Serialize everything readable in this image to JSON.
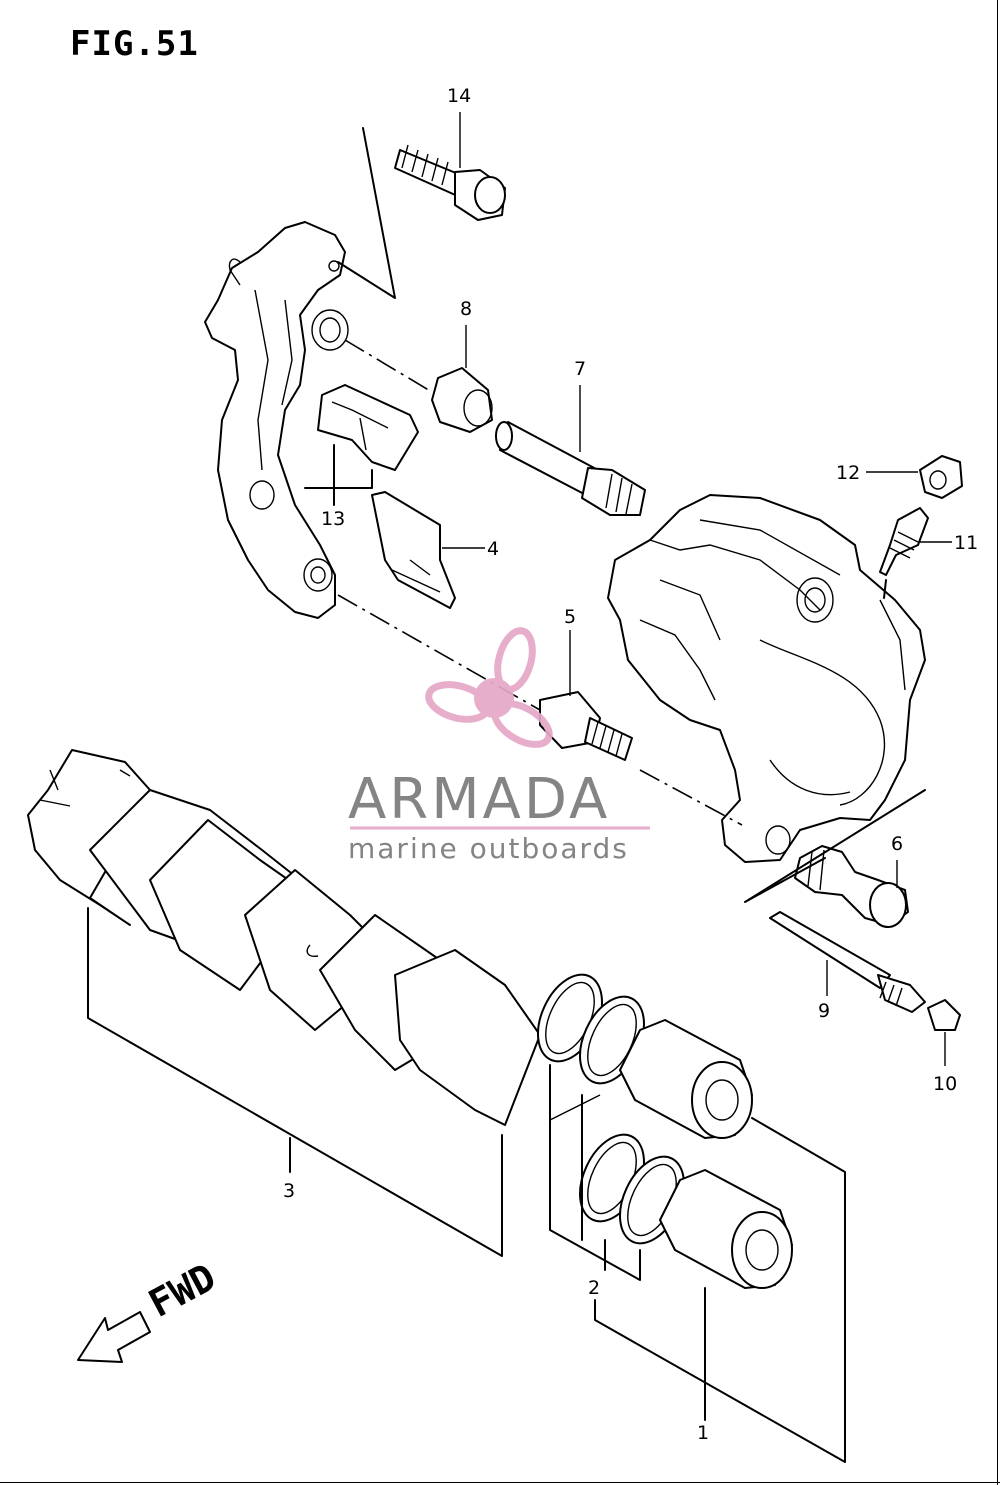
{
  "figure": {
    "title": "FIG.51"
  },
  "callouts": [
    {
      "id": "14",
      "label": "14"
    },
    {
      "id": "8",
      "label": "8"
    },
    {
      "id": "7",
      "label": "7"
    },
    {
      "id": "12",
      "label": "12"
    },
    {
      "id": "11",
      "label": "11"
    },
    {
      "id": "13",
      "label": "13"
    },
    {
      "id": "4",
      "label": "4"
    },
    {
      "id": "5",
      "label": "5"
    },
    {
      "id": "6",
      "label": "6"
    },
    {
      "id": "9",
      "label": "9"
    },
    {
      "id": "10",
      "label": "10"
    },
    {
      "id": "3",
      "label": "3"
    },
    {
      "id": "2",
      "label": "2"
    },
    {
      "id": "1",
      "label": "1"
    }
  ],
  "direction_marker": {
    "label": "FWD"
  },
  "watermark": {
    "brand": "ARMADA",
    "tagline": "marine outboards",
    "colors": {
      "text": "#7a7a7a",
      "accent": "#e6a8c8",
      "underline": "#e6a8c8"
    }
  },
  "colors": {
    "line": "#000000",
    "background": "#ffffff"
  }
}
